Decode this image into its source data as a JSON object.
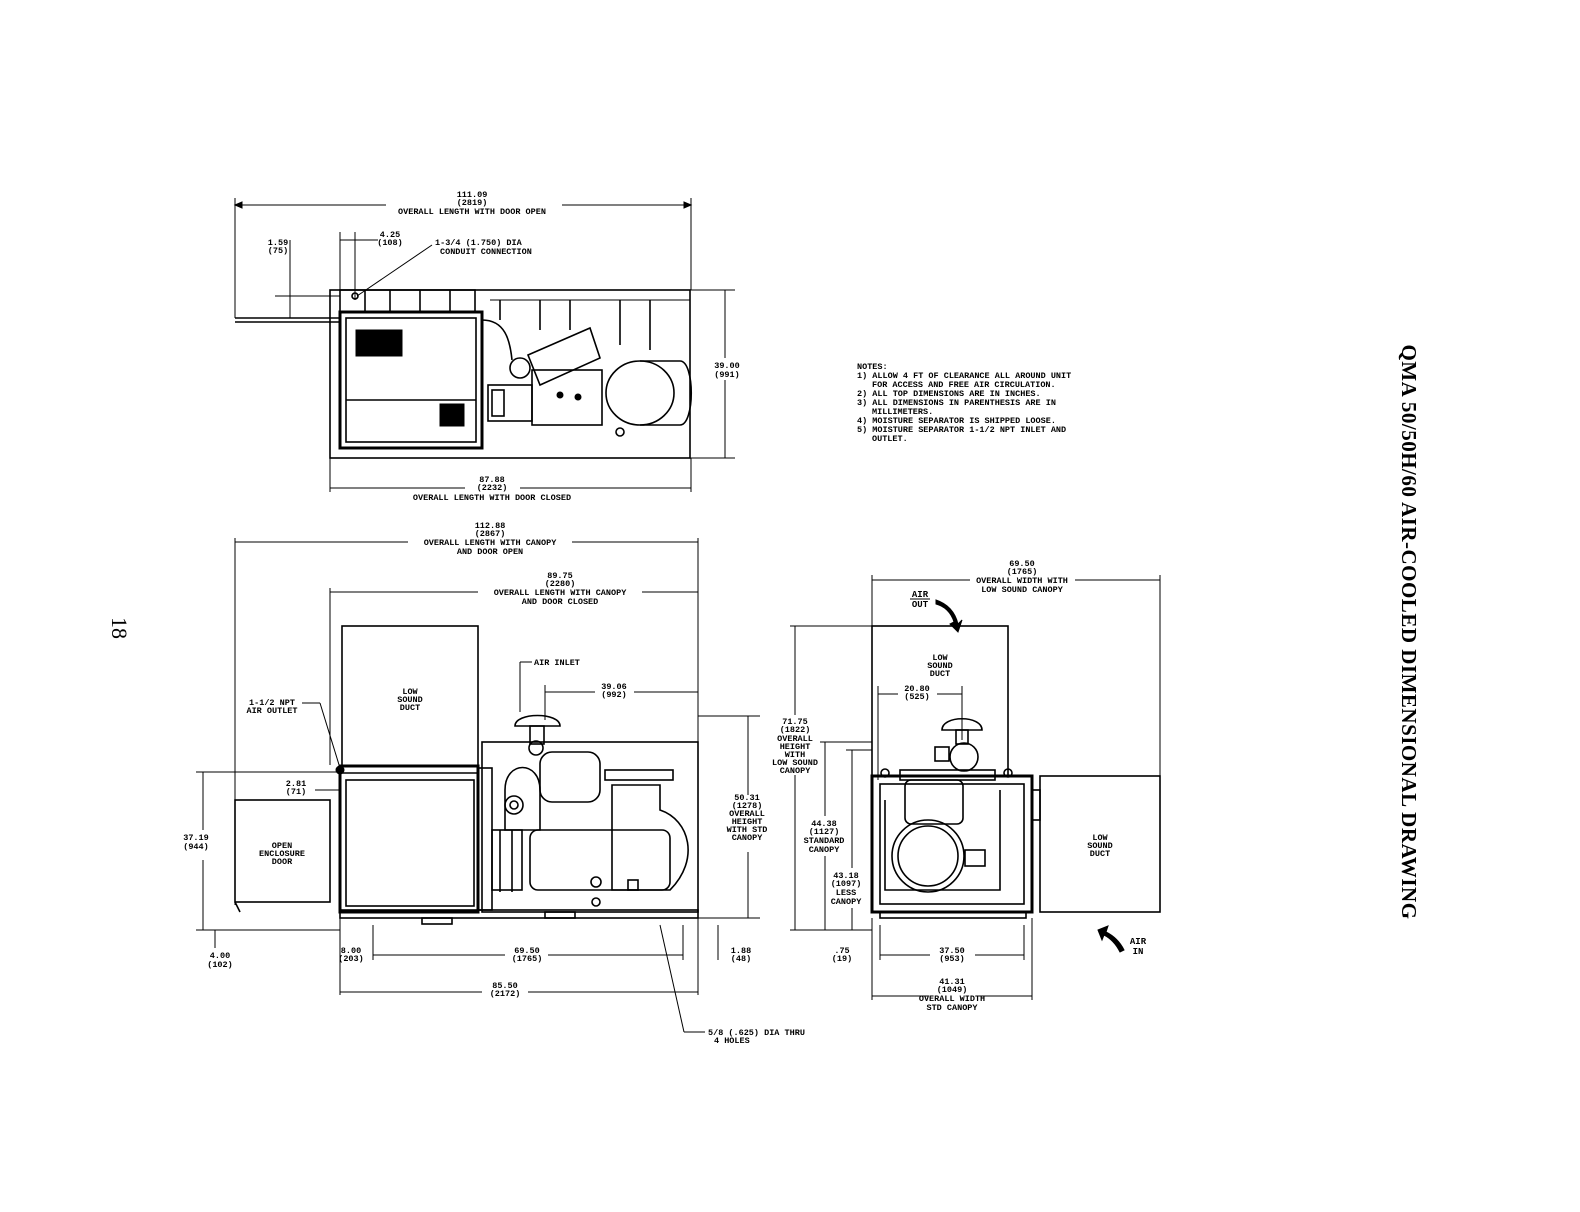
{
  "title": "QMA 50/50H/60 AIR-COOLED DIMENSIONAL DRAWING",
  "page_number": "18",
  "notes": {
    "heading": "NOTES:",
    "lines": [
      "1) ALLOW 4 FT OF CLEARANCE ALL AROUND UNIT",
      "FOR ACCESS AND FREE AIR CIRCULATION.",
      "2) ALL TOP DIMENSIONS ARE IN INCHES.",
      "3) ALL DIMENSIONS IN PARENTHESIS ARE IN",
      "MILLIMETERS.",
      "4) MOISTURE SEPARATOR IS SHIPPED LOOSE.",
      "5) MOISTURE SEPARATOR 1-1/2 NPT INLET AND",
      "OUTLET."
    ]
  },
  "top_view": {
    "overall_open": [
      "111.09",
      "(2819)",
      "OVERALL LENGTH WITH DOOR OPEN"
    ],
    "dim_159": [
      "1.59",
      "(75)"
    ],
    "dim_425": [
      "4.25",
      "(108)"
    ],
    "conduit": [
      "1-3/4 (1.750) DIA",
      "CONDUIT CONNECTION"
    ],
    "width": [
      "39.00",
      "(991)"
    ],
    "overall_closed": [
      "87.88",
      "(2232)",
      "OVERALL LENGTH WITH DOOR CLOSED"
    ]
  },
  "side_view": {
    "overall_canopy_open": [
      "112.88",
      "(2867)",
      "OVERALL LENGTH WITH CANOPY",
      "AND DOOR OPEN"
    ],
    "overall_canopy_closed": [
      "89.75",
      "(2280)",
      "OVERALL LENGTH WITH CANOPY",
      "AND DOOR CLOSED"
    ],
    "air_inlet": "AIR INLET",
    "low_sound_duct": [
      "LOW",
      "SOUND",
      "DUCT"
    ],
    "npt_outlet": [
      "1-1/2 NPT",
      "AIR OUTLET"
    ],
    "dim_3906": [
      "39.06",
      "(992)"
    ],
    "dim_281": [
      "2.81",
      "(71)"
    ],
    "dim_3719": [
      "37.19",
      "(944)"
    ],
    "open_door": [
      "OPEN",
      "ENCLOSURE",
      "DOOR"
    ],
    "height_std": [
      "50.31",
      "(1278)",
      "OVERALL",
      "HEIGHT",
      "WITH STD",
      "CANOPY"
    ],
    "dim_400": [
      "4.00",
      "(102)"
    ],
    "dim_800": [
      "8.00",
      "(203)"
    ],
    "dim_6950": [
      "69.50",
      "(1765)"
    ],
    "dim_188": [
      "1.88",
      "(48)"
    ],
    "dim_8550": [
      "85.50",
      "(2172)"
    ],
    "holes": [
      "5/8 (.625) DIA THRU",
      "4 HOLES"
    ]
  },
  "end_view": {
    "overall_width_low": [
      "69.50",
      "(1765)",
      "OVERALL WIDTH WITH",
      "LOW SOUND CANOPY"
    ],
    "air_out": [
      "AIR",
      "OUT"
    ],
    "low_sound_duct_top": [
      "LOW",
      "SOUND",
      "DUCT"
    ],
    "dim_2080": [
      "20.80",
      "(525)"
    ],
    "height_low": [
      "71.75",
      "(1822)",
      "OVERALL",
      "HEIGHT",
      "WITH",
      "LOW SOUND",
      "CANOPY"
    ],
    "dim_4436": [
      "44.38",
      "(1127)",
      "STANDARD",
      "CANOPY"
    ],
    "dim_4318": [
      "43.18",
      "(1097)",
      "LESS",
      "CANOPY"
    ],
    "low_sound_duct_side": [
      "LOW",
      "SOUND",
      "DUCT"
    ],
    "air_in": [
      "AIR",
      "IN"
    ],
    "dim_075": [
      ".75",
      "(19)"
    ],
    "dim_3750": [
      "37.50",
      "(953)"
    ],
    "overall_width_std": [
      "41.31",
      "(1049)",
      "OVERALL WIDTH",
      "STD CANOPY"
    ]
  }
}
